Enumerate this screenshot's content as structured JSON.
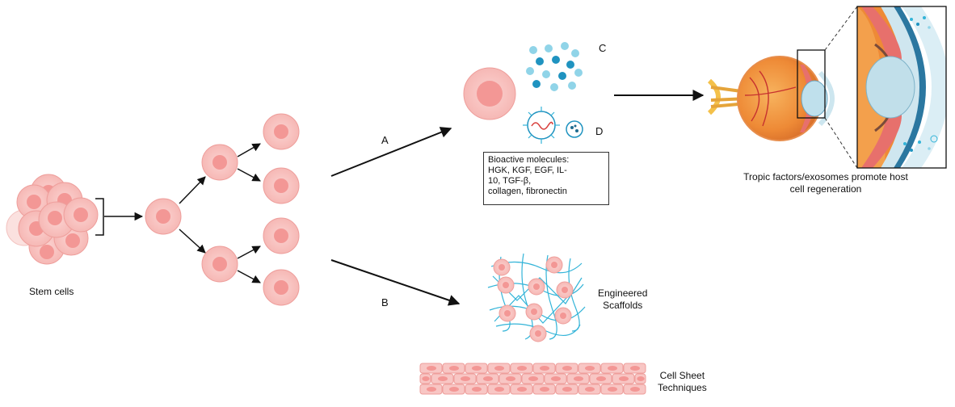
{
  "labels": {
    "stem_cells": "Stem cells",
    "route_a": "A",
    "route_b": "B",
    "route_c": "C",
    "route_d": "D",
    "engineered_scaffolds": [
      "Engineered",
      "Scaffolds"
    ],
    "cell_sheet": [
      "Cell Sheet",
      "Techniques"
    ],
    "tropic": [
      "Tropic factors/exosomes promote host",
      "cell regeneration"
    ]
  },
  "bioactive_box": {
    "lines": [
      "Bioactive molecules:",
      "HGK, KGF, EGF, IL-",
      "10, TGF-β,",
      "collagen, fibronectin"
    ]
  },
  "colors": {
    "cell_fill": "#f8c6c4",
    "cell_edge": "#ee9e9b",
    "nucleus": "#f39795",
    "fiber": "#33b4d8",
    "dot_light": "#90d4e8",
    "dot_dark": "#1f93c0",
    "eye_orange": "#f0913a",
    "sclera_pink": "#e7706c",
    "cornea_blue": "#bfe0ec"
  }
}
